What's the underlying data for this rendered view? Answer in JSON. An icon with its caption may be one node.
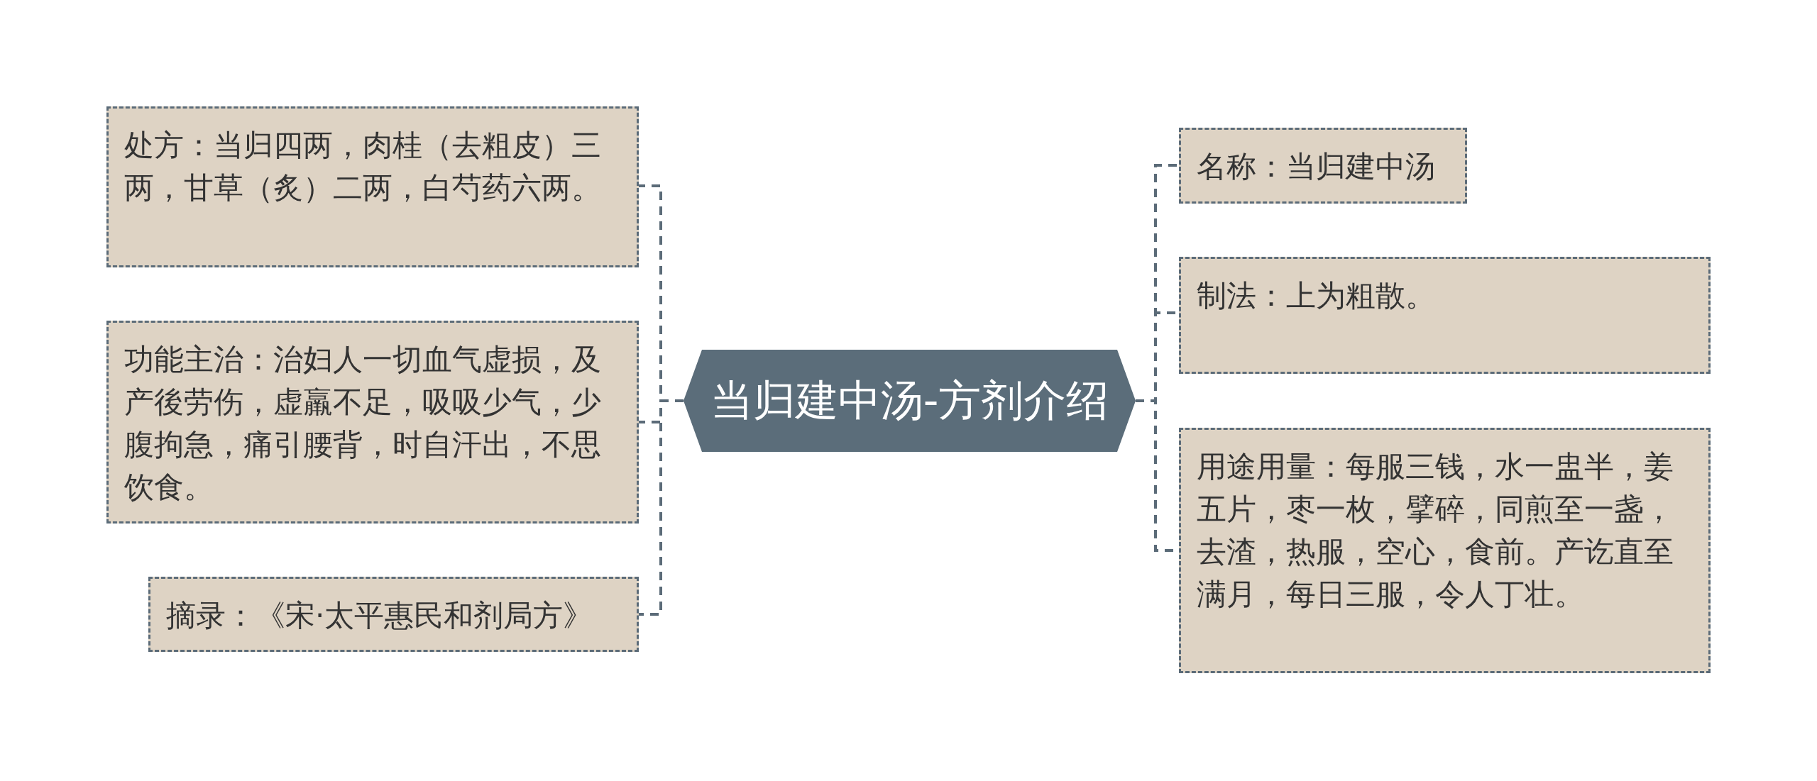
{
  "diagram": {
    "nodes": [
      {
        "text": [
          "当归建中汤-方剂介绍"
        ]
      },
      {
        "text": [
          "处方：当归四两，肉桂（去粗皮）三两，甘草（炙）二两，白芍药六两。"
        ]
      },
      {
        "text": [
          "功能主治：治妇人一切血气虚损，及产後劳伤，虚羸不足，吸吸少气，少腹拘急，痛引腰背，时自汗出，不思饮食。"
        ]
      },
      {
        "text": [
          "摘录：《宋·太平惠民和剂局方》"
        ]
      },
      {
        "text": [
          "名称：当归建中汤"
        ]
      },
      {
        "text": [
          "制法：上为粗散。"
        ]
      },
      {
        "text": [
          "用途用量：每服三钱，水一盅半，姜五片，枣一枚，擘碎，同煎至一盏，去渣，热服，空心，食前。产讫直至满月，每日三服，令人丁壮。"
        ]
      }
    ],
    "edges": [
      {
        "from": 0,
        "to": 1,
        "arrow": "none",
        "style": "dashed"
      },
      {
        "from": 0,
        "to": 2,
        "arrow": "none",
        "style": "dashed"
      },
      {
        "from": 0,
        "to": 3,
        "arrow": "none",
        "style": "dashed"
      },
      {
        "from": 0,
        "to": 4,
        "arrow": "none",
        "style": "dashed"
      },
      {
        "from": 0,
        "to": 5,
        "arrow": "none",
        "style": "dashed"
      },
      {
        "from": 0,
        "to": 6,
        "arrow": "none",
        "style": "dashed"
      }
    ]
  }
}
